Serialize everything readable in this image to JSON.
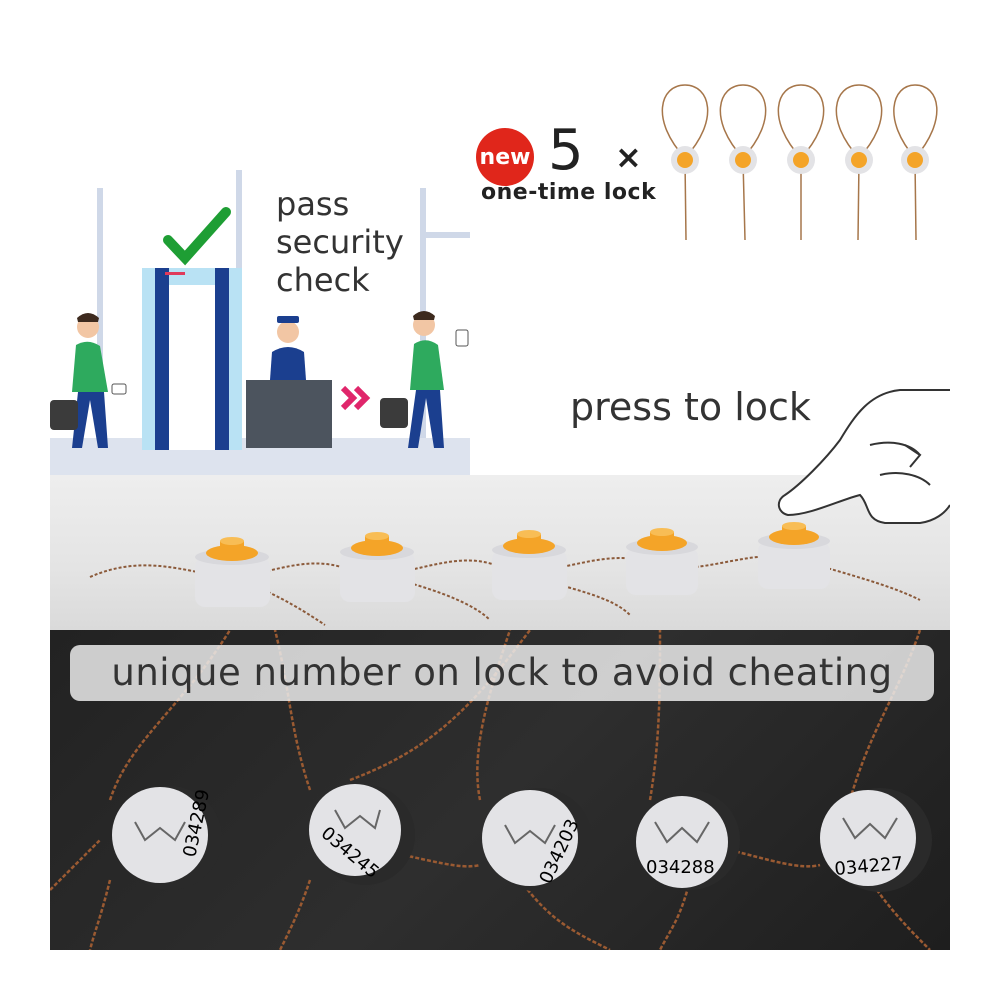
{
  "top": {
    "badge": "new",
    "count": "5",
    "times": "×",
    "product_label": "one-time lock",
    "security_text": [
      "pass",
      "security",
      "check"
    ],
    "press_text": "press to lock"
  },
  "bottom": {
    "caption": "unique number on lock to avoid cheating",
    "lock_numbers": [
      "034289",
      "034245",
      "034203",
      "034288",
      "034227"
    ]
  },
  "colors": {
    "badge_red": "#e0261b",
    "lock_orange": "#f4a428",
    "lock_grey": "#e3e3e6",
    "check_green": "#1e9e34",
    "person_green": "#2eaa5e",
    "gate_blue": "#1b3f8f"
  },
  "icons": [
    "check-icon",
    "double-chevron-icon",
    "hand-pointer-icon"
  ]
}
